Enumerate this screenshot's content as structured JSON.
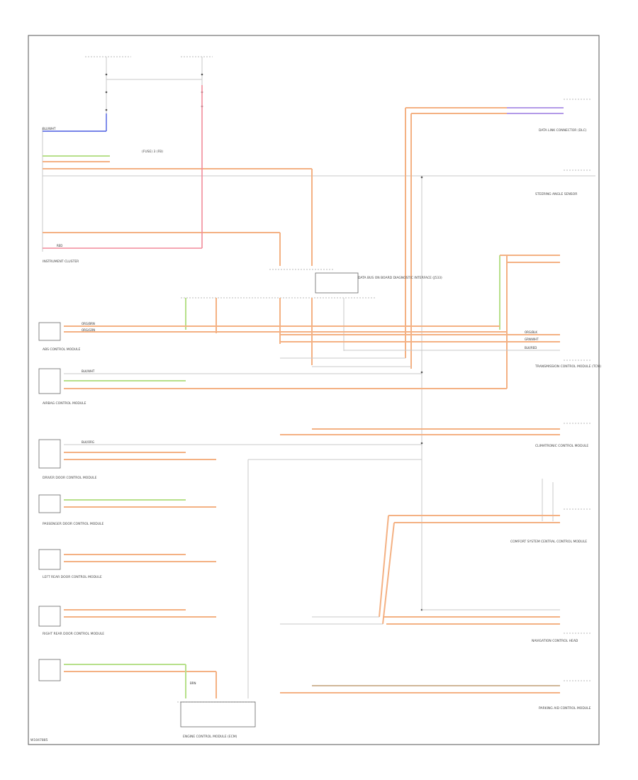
{
  "footer_code": "W1047885",
  "component_labels": {
    "instrument_cluster": "INSTRUMENT CLUSTER",
    "abs_control_module": "ABS CONTROL MODULE",
    "abs_fuse": "(FUSE) 3 (FB)",
    "dlc": "DATA LINK CONNECTOR (DLC)",
    "steering_angle_sensor": "STEERING ANGLE SENSOR",
    "transmission_control_module": "TRANSMISSION CONTROL MODULE (TCM)",
    "airbag_control_module": "AIRBAG CONTROL MODULE",
    "driver_door": "DRIVER DOOR CONTROL MODULE",
    "passenger_door": "PASSENGER DOOR CONTROL MODULE",
    "left_rear_door": "LEFT REAR DOOR CONTROL MODULE",
    "right_rear_door": "RIGHT REAR DOOR CONTROL MODULE",
    "gateway": "DATA BUS ON BOARD DIAGNOSTIC INTERFACE (J533)",
    "engine_control": "ENGINE CONTROL MODULE (ECM)",
    "climatronic": "CLIMATRONIC CONTROL MODULE",
    "central_convenience": "COMFORT SYSTEM CENTRAL CONTROL MODULE",
    "navigation": "NAVIGATION CONTROL HEAD",
    "parking_aid": "PARKING AID CONTROL MODULE"
  },
  "wire_labels": {
    "org_brn": "ORG/BRN",
    "org_grn": "ORG/GRN",
    "org_blk": "ORG/BLK",
    "grn_wht": "GRN/WHT",
    "blk_red": "BLK/RED",
    "blk_wht": "BLK/WHT",
    "blu_wht": "BLU/WHT",
    "blk_org": "BLK/ORG",
    "red": "RED",
    "brn": "BRN"
  }
}
